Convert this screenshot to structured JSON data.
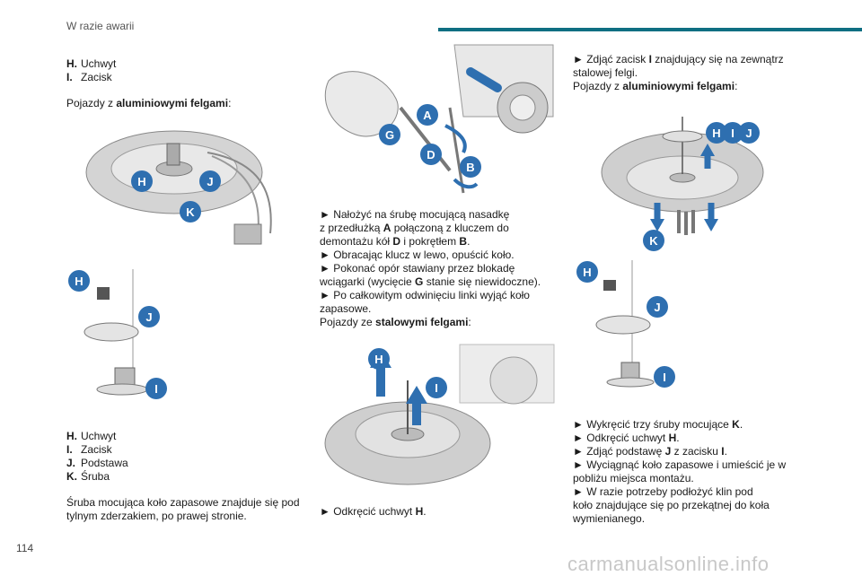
{
  "header": {
    "section": "W razie awarii"
  },
  "page_number": "114",
  "watermark": "carmanualsonline.info",
  "col1": {
    "top_list": [
      {
        "key": "H.",
        "text": "Uchwyt"
      },
      {
        "key": "I.",
        "text": "Zacisk"
      }
    ],
    "alu_intro_prefix": "Pojazdy z ",
    "alu_intro_bold": "aluminiowymi felgami",
    "alu_intro_suffix": ":",
    "legend": [
      {
        "key": "H.",
        "text": "Uchwyt"
      },
      {
        "key": "I.",
        "text": "Zacisk"
      },
      {
        "key": "J.",
        "text": "Podstawa"
      },
      {
        "key": "K.",
        "text": "Śruba"
      }
    ],
    "para1": "Śruba mocująca koło zapasowe znajduje się pod",
    "para2": "tylnym zderzakiem, po prawej stronie."
  },
  "col2": {
    "l1a": "► Nałożyć na śrubę mocującą nasadkę",
    "l2a": "z przedłużką ",
    "l2b": "A",
    "l2c": " połączoną z kluczem do",
    "l3a": "demontażu kół ",
    "l3b": "D",
    "l3c": " i pokrętłem ",
    "l3d": "B",
    "l3e": ".",
    "l4": "► Obracając klucz w lewo, opuścić koło.",
    "l5": "► Pokonać opór stawiany przez blokadę",
    "l6a": "wciągarki (wycięcie ",
    "l6b": "G",
    "l6c": " stanie się niewidoczne).",
    "l7": "► Po całkowitym odwinięciu linki wyjąć koło",
    "l8": "zapasowe.",
    "l9a": "Pojazdy ze ",
    "l9b": "stalowymi felgami",
    "l9c": ":",
    "bottom_a": "► Odkręcić uchwyt ",
    "bottom_b": "H",
    "bottom_c": "."
  },
  "col3": {
    "l1a": "► Zdjąć zacisk ",
    "l1b": "I",
    "l1c": " znajdujący się na zewnątrz",
    "l2": "stalowej felgi.",
    "l3a": "Pojazdy z ",
    "l3b": "aluminiowymi felgami",
    "l3c": ":",
    "b1a": "► Wykręcić trzy śruby mocujące ",
    "b1b": "K",
    "b1c": ".",
    "b2a": "► Odkręcić uchwyt ",
    "b2b": "H",
    "b2c": ".",
    "b3a": "► Zdjąć podstawę ",
    "b3b": "J",
    "b3c": " z zacisku ",
    "b3d": "I",
    "b3e": ".",
    "b4": "► Wyciągnąć koło zapasowe i umieścić je w",
    "b5": "pobliżu miejsca montażu.",
    "b6": "► W razie potrzeby podłożyć klin pod",
    "b7": "koło znajdujące się po przekątnej do koła",
    "b8": "wymienianego."
  },
  "labels": {
    "a": "A",
    "b": "B",
    "d": "D",
    "g": "G",
    "h": "H",
    "i": "I",
    "j": "J",
    "k": "K"
  },
  "colors": {
    "accent": "#0f6f82",
    "label_bg": "#2e6fb0",
    "arrow": "#2e6fb0"
  }
}
